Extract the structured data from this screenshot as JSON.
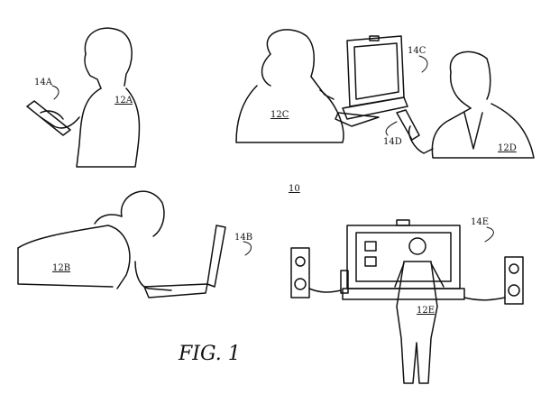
{
  "figure": {
    "caption": "FIG. 1",
    "system_label": "10",
    "scenes": [
      {
        "user": "12A",
        "device": "14A"
      },
      {
        "user": "12B",
        "device": "14B"
      },
      {
        "user": "12C",
        "device": "14C"
      },
      {
        "user": "12D",
        "device": "14D"
      },
      {
        "user": "12E",
        "device": "14E"
      }
    ]
  }
}
